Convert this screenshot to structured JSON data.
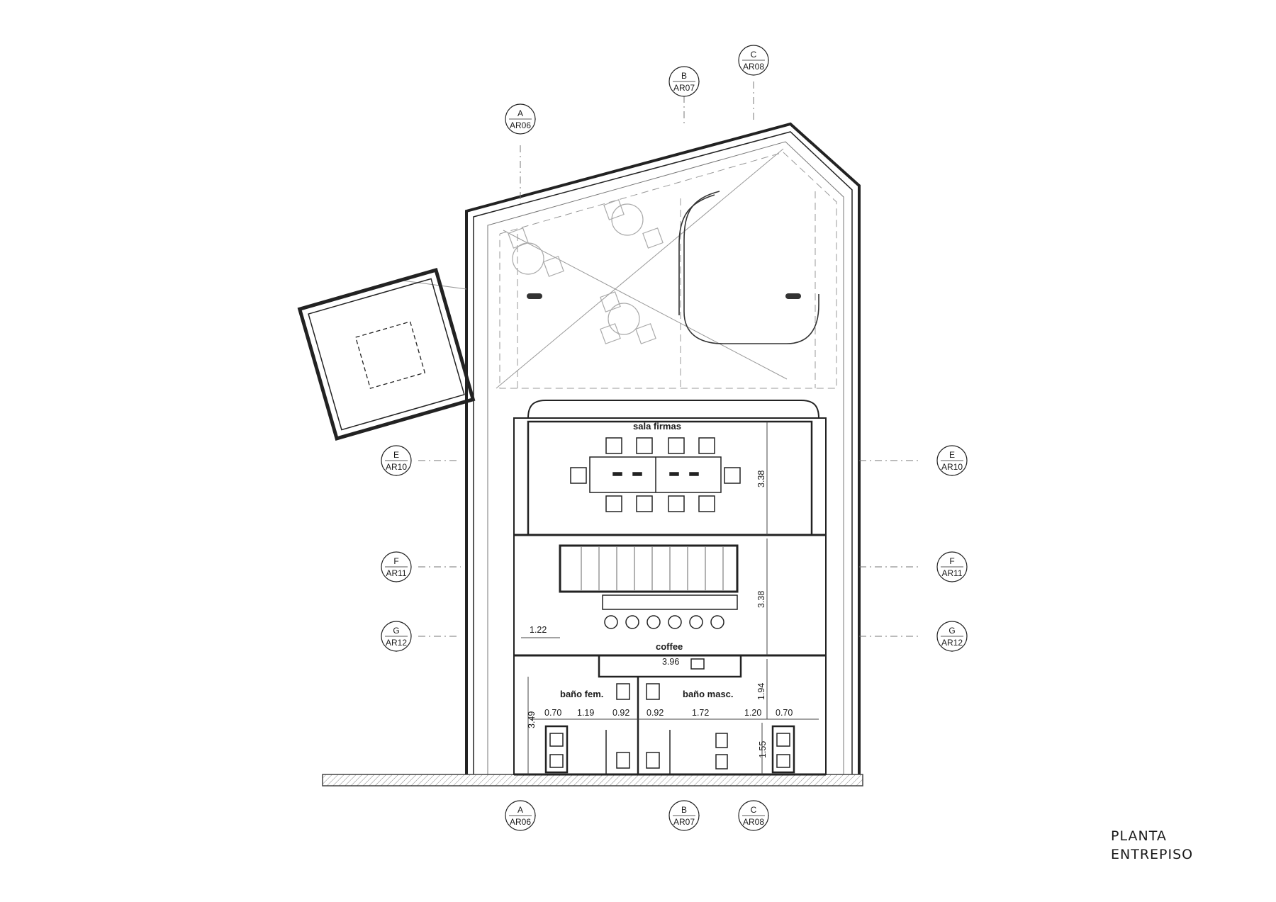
{
  "title": {
    "line1": "PLANTA",
    "line2": "ENTREPISO"
  },
  "rooms": {
    "meeting_room": "sala firmas",
    "coffee": "coffee",
    "womens_bath": "baño fem.",
    "mens_bath": "baño masc."
  },
  "dimensions": {
    "d1": "3.38",
    "d2": "3.38",
    "d3": "1.22",
    "d4": "3.96",
    "d5": "1.94",
    "d6": "3.49",
    "d7": "0.70",
    "d8": "1.19",
    "d9": "0.92",
    "d10": "0.92",
    "d11": "1.72",
    "d12": "1.20",
    "d13": "0.70",
    "d14": "1.55"
  },
  "section_markers": {
    "a_top": {
      "letter": "A",
      "sheet": "AR06"
    },
    "b_top": {
      "letter": "B",
      "sheet": "AR07"
    },
    "c_top": {
      "letter": "C",
      "sheet": "AR08"
    },
    "a_bottom": {
      "letter": "A",
      "sheet": "AR06"
    },
    "b_bottom": {
      "letter": "B",
      "sheet": "AR07"
    },
    "c_bottom": {
      "letter": "C",
      "sheet": "AR08"
    },
    "e_left": {
      "letter": "E",
      "sheet": "AR10"
    },
    "f_left": {
      "letter": "F",
      "sheet": "AR11"
    },
    "g_left": {
      "letter": "G",
      "sheet": "AR12"
    },
    "e_right": {
      "letter": "E",
      "sheet": "AR10"
    },
    "f_right": {
      "letter": "F",
      "sheet": "AR11"
    },
    "g_right": {
      "letter": "G",
      "sheet": "AR12"
    }
  }
}
